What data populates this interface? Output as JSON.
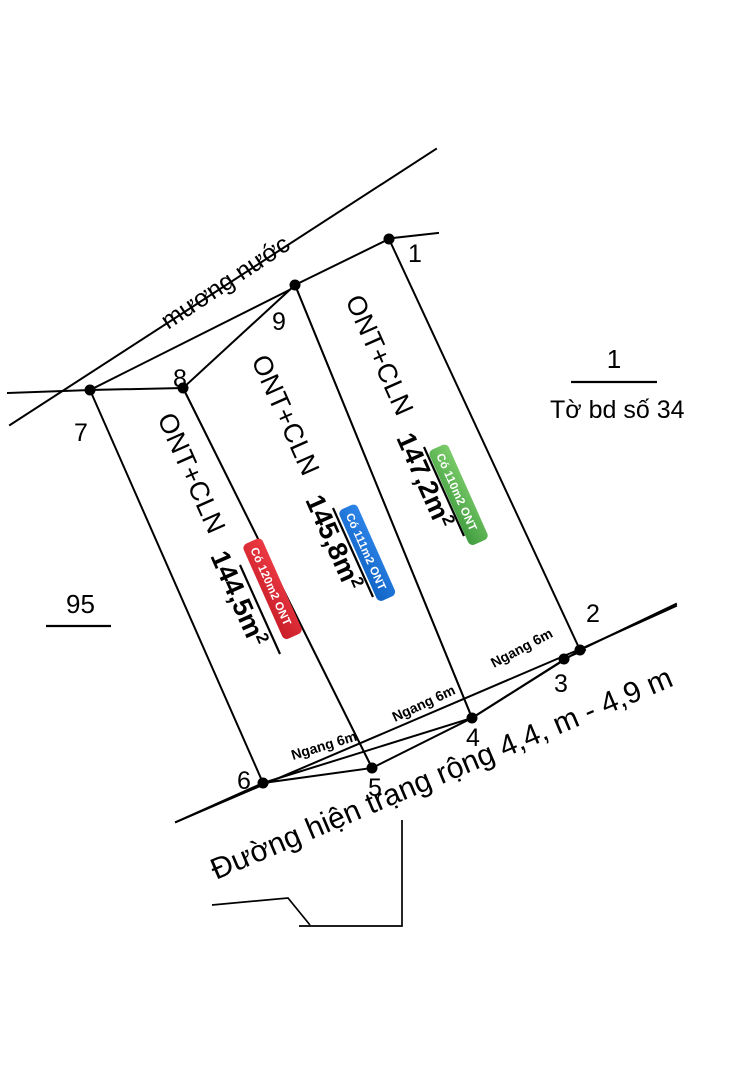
{
  "document": {
    "type": "cadastral-plot-map",
    "background_color": "#ffffff",
    "line_color": "#000000"
  },
  "reference": {
    "sheet_number": "1",
    "sheet_label": "Tờ bd số 34",
    "neighbor_block": "95"
  },
  "features": {
    "canal_label": "mương nước",
    "road_label": "Đường hiện trạng rộng 4,4, m - 4,9 m"
  },
  "vertices": [
    {
      "id": "v1",
      "label": "1"
    },
    {
      "id": "v2",
      "label": "2"
    },
    {
      "id": "v3",
      "label": "3"
    },
    {
      "id": "v4",
      "label": "4"
    },
    {
      "id": "v5",
      "label": "5"
    },
    {
      "id": "v6",
      "label": "6"
    },
    {
      "id": "v7",
      "label": "7"
    },
    {
      "id": "v8",
      "label": "8"
    },
    {
      "id": "v9",
      "label": "9"
    }
  ],
  "parcels": [
    {
      "id": "parcel-right",
      "land_type": "ONT+CLN",
      "area": "147,2",
      "area_unit": "m",
      "area_sup": "2",
      "frontage": "Ngang 6m",
      "badge_text": "Có 110m2 ONT",
      "badge_color": "#5cb85c",
      "badge_color_end": "#3f9c3f",
      "corners": [
        "1",
        "2",
        "4",
        "9"
      ]
    },
    {
      "id": "parcel-middle",
      "land_type": "ONT+CLN",
      "area": "145,8",
      "area_unit": "m",
      "area_sup": "2",
      "frontage": "Ngang 6m",
      "badge_text": "Có 111m2 ONT",
      "badge_color": "#1671d8",
      "badge_color_end": "#0f63c4",
      "corners": [
        "9",
        "4",
        "5",
        "8"
      ]
    },
    {
      "id": "parcel-left",
      "land_type": "ONT+CLN",
      "area": "144,5",
      "area_unit": "m",
      "area_sup": "2",
      "frontage": "Ngang 6m",
      "badge_text": "Có 120m2 ONT",
      "badge_color": "#e1242f",
      "badge_color_end": "#c81d28",
      "corners": [
        "8",
        "5",
        "6",
        "7"
      ]
    }
  ]
}
